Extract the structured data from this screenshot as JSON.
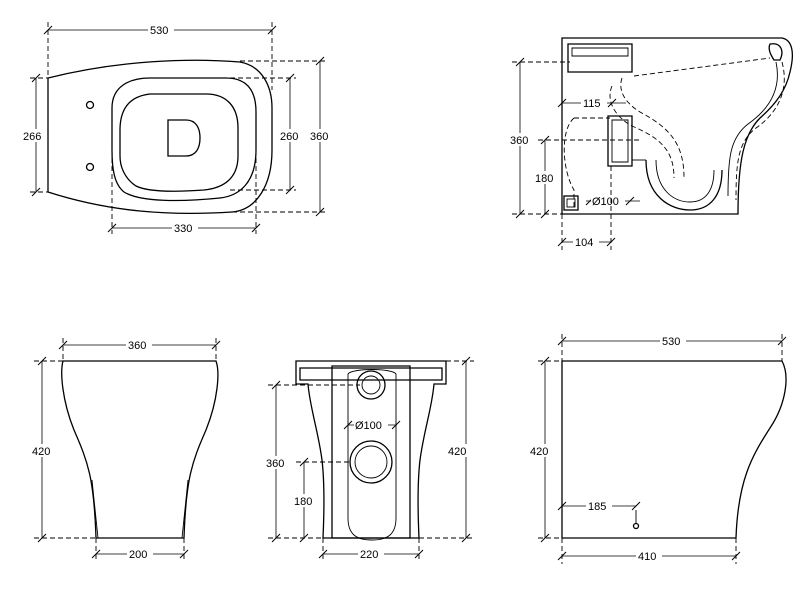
{
  "top_view": {
    "overall_length": "530",
    "overall_width": "360",
    "seat_width": "260",
    "back_width": "266",
    "seat_length": "330"
  },
  "side_section": {
    "height": "360",
    "outlet_height": "180",
    "inlet_offset": "115",
    "outlet_diameter": "Ø100",
    "outlet_from_wall": "104"
  },
  "front_view": {
    "top_width": "360",
    "height": "420",
    "base_width": "200"
  },
  "rear_view": {
    "outlet_height_total": "360",
    "outlet_height": "180",
    "outlet_diameter": "Ø100",
    "height": "420",
    "base_width": "220"
  },
  "side_view": {
    "length": "530",
    "height": "420",
    "fixing_offset": "185",
    "base_length": "410"
  }
}
